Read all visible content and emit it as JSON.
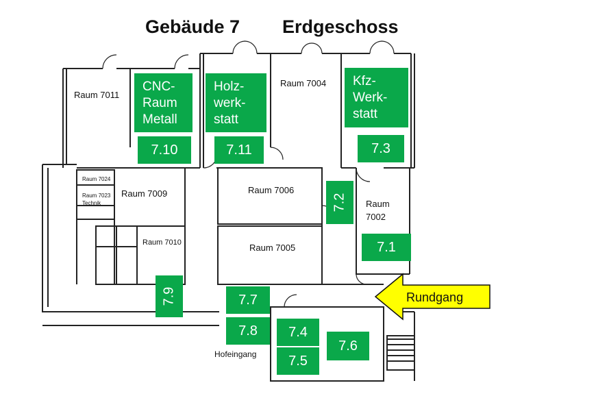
{
  "header": {
    "building": "Gebäude 7",
    "floor": "Erdgeschoss"
  },
  "rooms": {
    "r7011": "Raum 7011",
    "r7004": "Raum 7004",
    "r7024": "Raum 7024",
    "r7023": "Raum 7023",
    "technik": "Technik",
    "r7009": "Raum 7009",
    "r7006": "Raum 7006",
    "r7010": "Raum 7010",
    "r7005": "Raum 7005",
    "r7002_a": "Raum",
    "r7002_b": "7002"
  },
  "stations": {
    "cnc_label": "CNC-\nRaum\nMetall",
    "holz_label": "Holz-\nwerk-\nstatt",
    "kfz_label": "Kfz-\nWerk-\nstatt",
    "s7_10": "7.10",
    "s7_11": "7.11",
    "s7_3": "7.3",
    "s7_2": "7.2",
    "s7_1": "7.1",
    "s7_9": "7.9",
    "s7_7": "7.7",
    "s7_8": "7.8",
    "s7_4": "7.4",
    "s7_5": "7.5",
    "s7_6": "7.6"
  },
  "entrance": "Hofeingang",
  "tour": {
    "label": "Rundgang",
    "arrow_color": "#ffff00"
  },
  "colors": {
    "station_green": "#0aa84a",
    "wall": "#222222"
  }
}
